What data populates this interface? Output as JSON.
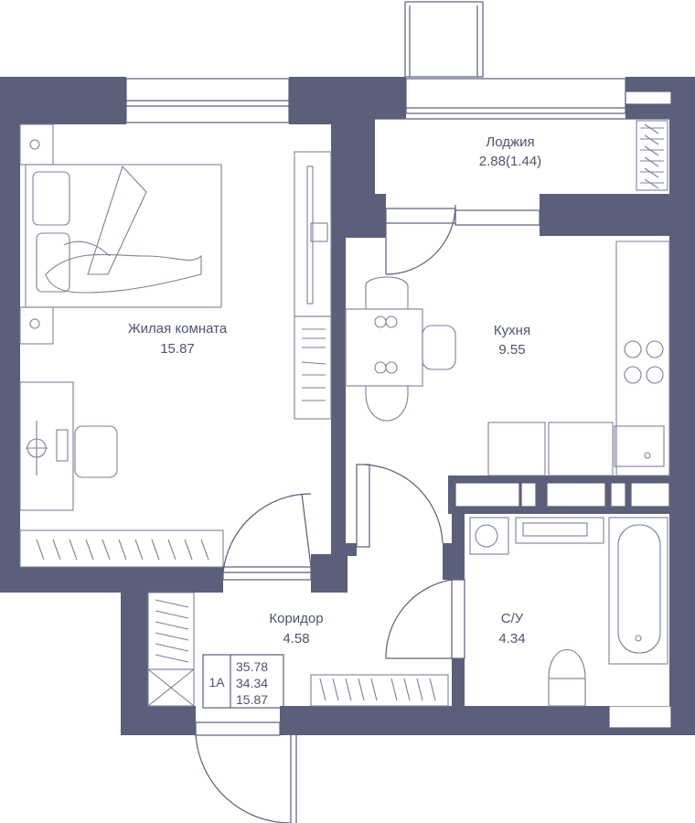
{
  "rooms": {
    "living": {
      "name": "Жилая комната",
      "area": "15.87"
    },
    "loggia": {
      "name": "Лоджия",
      "area": "2.88(1.44)"
    },
    "kitchen": {
      "name": "Кухня",
      "area": "9.55"
    },
    "corridor": {
      "name": "Коридор",
      "area": "4.58"
    },
    "bathroom": {
      "name": "С/У",
      "area": "4.34"
    }
  },
  "summary": {
    "type": "1А",
    "total_area": "35.78",
    "area_without_loggia": "34.34",
    "living_area": "15.87"
  },
  "colors": {
    "wall": "#5b5f7a",
    "text": "#50536e"
  }
}
